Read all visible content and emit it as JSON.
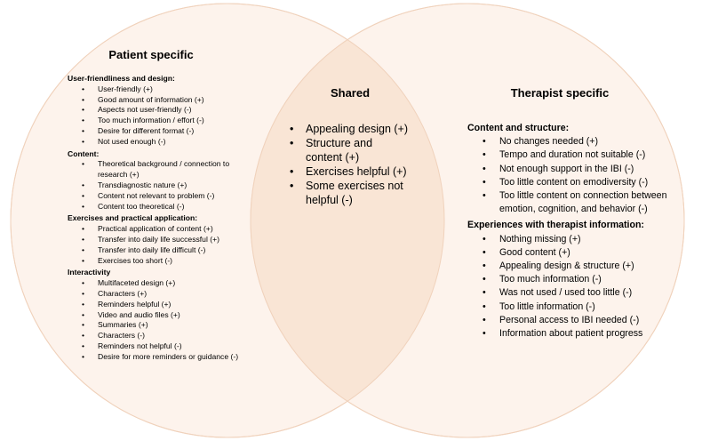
{
  "colors": {
    "circle_fill": "#fdf3ec",
    "overlap_fill": "#f9e5d5",
    "circle_stroke": "#f0d2bc"
  },
  "patient": {
    "title": "Patient specific",
    "categories": [
      {
        "heading": "User-friendliness and design:",
        "items": [
          "User-friendly (+)",
          "Good amount of information (+)",
          "Aspects not user-friendly (-)",
          "Too much information / effort (-)",
          "Desire for different format (-)",
          "Not used enough (-)"
        ]
      },
      {
        "heading": "Content:",
        "items": [
          "Theoretical background / connection to research (+)",
          "Transdiagnostic nature (+)",
          "Content not relevant to problem (-)",
          "Content too theoretical (-)"
        ]
      },
      {
        "heading": "Exercises and practical application:",
        "items": [
          "Practical application of content (+)",
          "Transfer into daily life successful (+)",
          "Transfer into daily life difficult (-)",
          "Exercises too short (-)"
        ]
      },
      {
        "heading": "Interactivity",
        "items": [
          "Multifaceted design (+)",
          "Characters (+)",
          "Reminders helpful (+)",
          "Video and audio files (+)",
          "Summaries (+)",
          "Characters (-)",
          "Reminders not helpful (-)",
          "Desire for more reminders or guidance (-)"
        ]
      }
    ]
  },
  "shared": {
    "title": "Shared",
    "items": [
      "Appealing design (+)",
      "Structure and content (+)",
      "Exercises helpful (+)",
      "Some exercises not helpful (-)"
    ]
  },
  "therapist": {
    "title": "Therapist specific",
    "categories": [
      {
        "heading": "Content and structure:",
        "items": [
          "No changes needed (+)",
          "Tempo and duration not suitable (-)",
          "Not enough support in the IBI (-)",
          "Too little content on emodiversity (-)",
          "Too little content on connection between emotion, cognition, and behavior (-)"
        ]
      },
      {
        "heading": "Experiences with therapist information:",
        "items": [
          "Nothing missing (+)",
          "Good content (+)",
          "Appealing design & structure (+)",
          "Too much information (-)",
          "Was not used / used too little (-)",
          "Too little information (-)",
          "Personal access to IBI needed (-)",
          "Information about patient progress"
        ]
      }
    ]
  }
}
